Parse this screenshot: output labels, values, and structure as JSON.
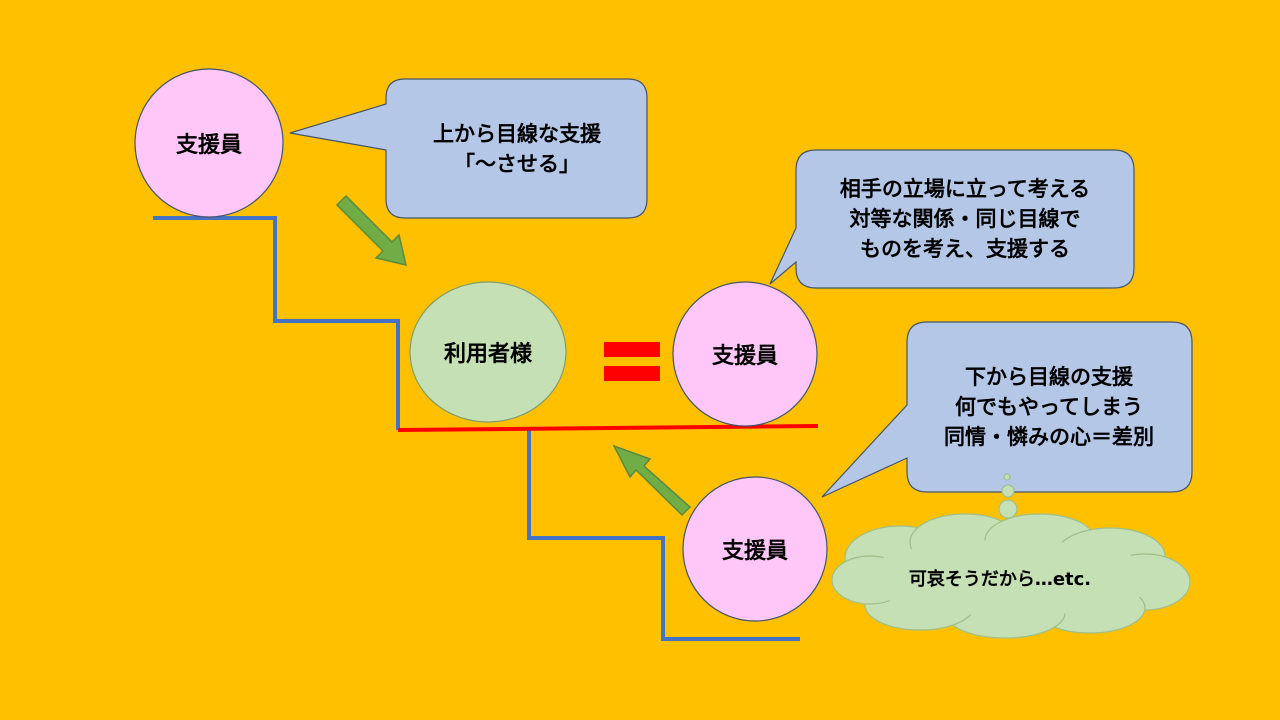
{
  "nodes": {
    "staff_top": "支援員",
    "user": "利用者様",
    "staff_middle": "支援員",
    "staff_bottom": "支援員"
  },
  "bubbles": {
    "top_down": [
      "上から目線な支援",
      "「～させる」"
    ],
    "equal": [
      "相手の立場に立って考える",
      "対等な関係・同じ目線で",
      "ものを考え、支援する"
    ],
    "bottom_up": [
      "下から目線の支援",
      "何でもやってしまう",
      "同情・憐みの心＝差別"
    ]
  },
  "thought": "可哀そうだから…etc.",
  "colors": {
    "background": "#ffc000",
    "staff_circle": "#ffc6f8",
    "user_ellipse": "#c5e0b4",
    "speech_bubble": "#b4c7e7",
    "thought_cloud": "#c5e0b4",
    "stair_line": "#4472c4",
    "equal_line": "#ff0000",
    "equals_sign": "#ff0000",
    "arrow": "#70ad47"
  }
}
